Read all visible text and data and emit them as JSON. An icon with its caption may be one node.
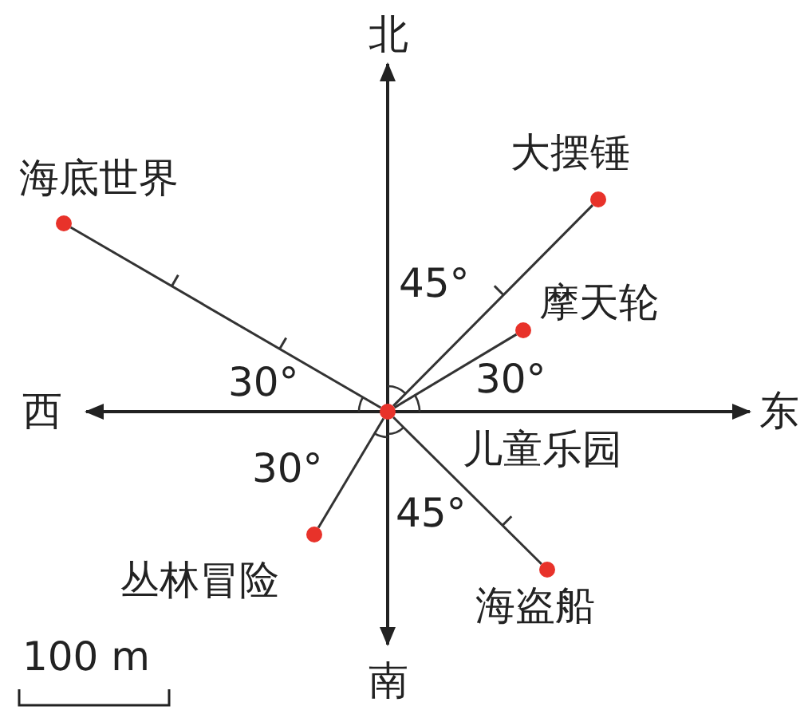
{
  "diagram": {
    "nodes": [
      {
        "text": [
          "儿童乐园"
        ]
      },
      {
        "text": [
          "海底世界"
        ]
      },
      {
        "text": [
          "大摆锤"
        ]
      },
      {
        "text": [
          "摩天轮"
        ]
      },
      {
        "text": [
          "丛林冒险"
        ]
      },
      {
        "text": [
          "海盗船"
        ]
      }
    ],
    "edges": [
      {
        "from": 0,
        "to": 1,
        "arrow": "none"
      },
      {
        "from": 0,
        "to": 2,
        "arrow": "none"
      },
      {
        "from": 0,
        "to": 3,
        "arrow": "none"
      },
      {
        "from": 0,
        "to": 4,
        "arrow": "none"
      },
      {
        "from": 0,
        "to": 5,
        "arrow": "none"
      }
    ],
    "labels": [
      "北",
      "西",
      "东",
      "南",
      "45°",
      "30°",
      "30°",
      "30°",
      "45°",
      "100 m"
    ]
  }
}
